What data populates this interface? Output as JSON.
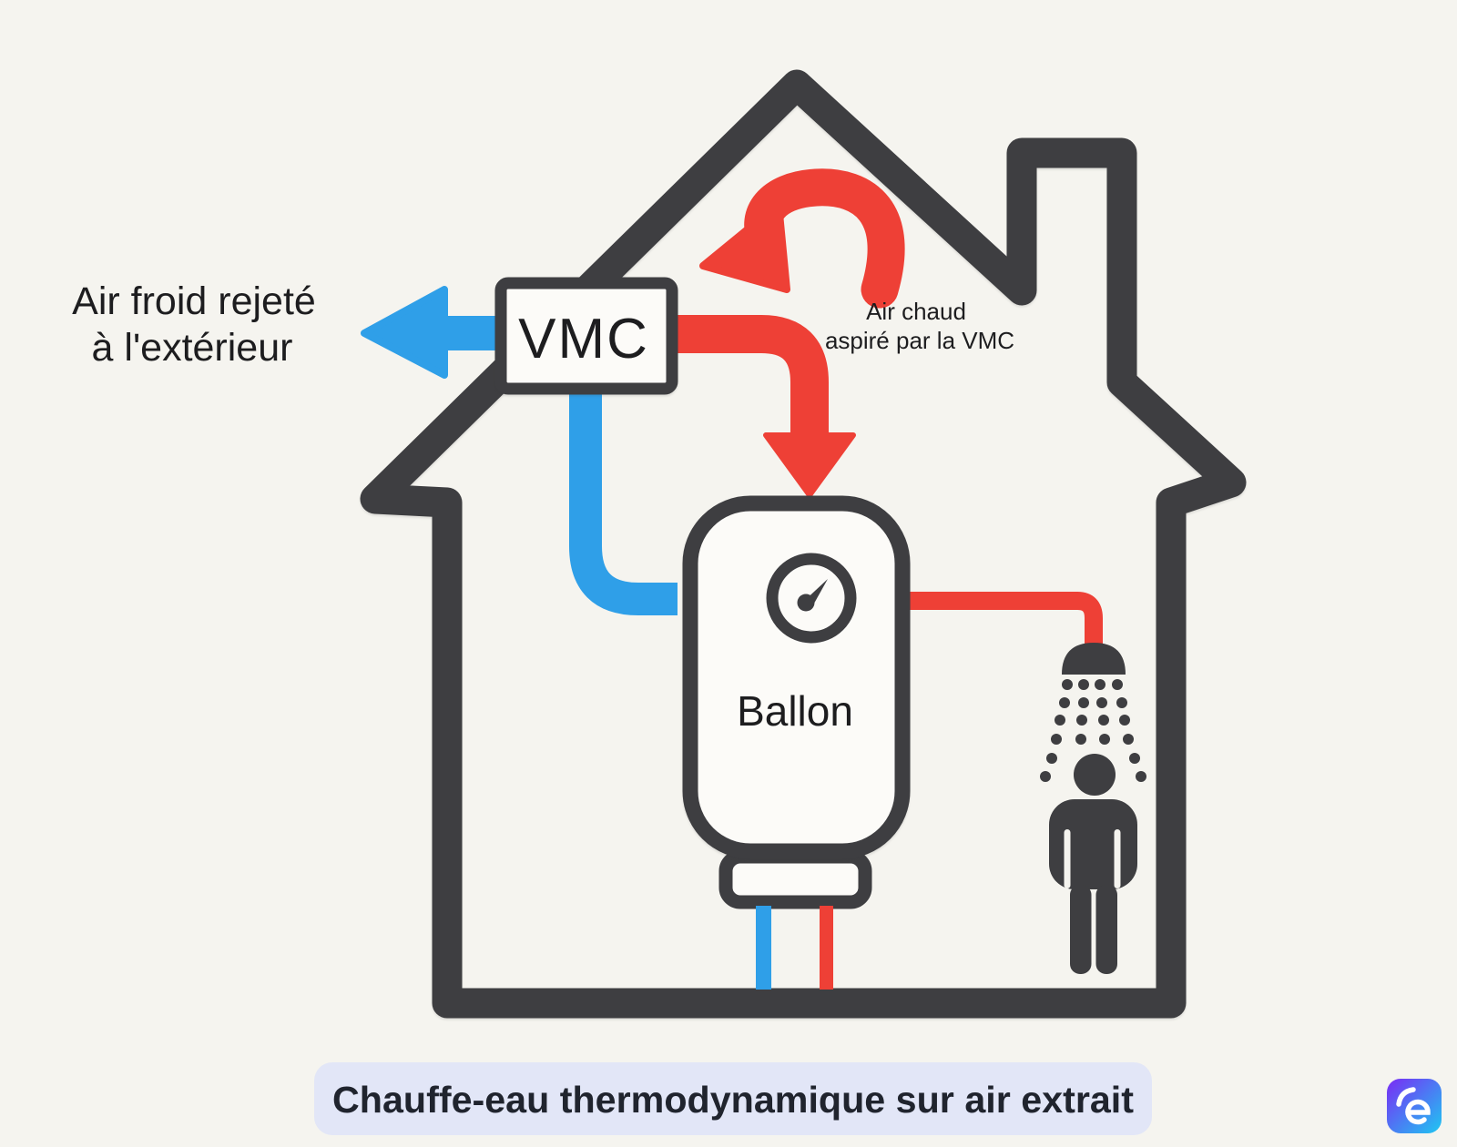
{
  "diagram": {
    "title": "Chauffe-eau thermodynamique sur air extrait",
    "labels": {
      "cold_air_line1": "Air froid rejeté",
      "cold_air_line2": "à l'extérieur",
      "vmc_box": "VMC",
      "hot_air_line1": "Air chaud",
      "hot_air_line2": "aspiré par la VMC",
      "tank": "Ballon"
    },
    "icons": {
      "house": "house-outline-icon",
      "gauge": "gauge-icon",
      "shower": "shower-head-icon",
      "person": "person-icon",
      "logo": "brand-logo-e-icon"
    },
    "colors": {
      "red": "#ee4036",
      "blue": "#2f9fe8",
      "dark": "#3e3e41",
      "bg": "#f5f4ef",
      "panel": "#fcfbf8",
      "pill": "#e2e6f7",
      "text": "#1d1d1f",
      "title_text": "#20242e",
      "logo_purple": "#7a2bf5",
      "logo_cyan": "#1ec8f2"
    }
  }
}
